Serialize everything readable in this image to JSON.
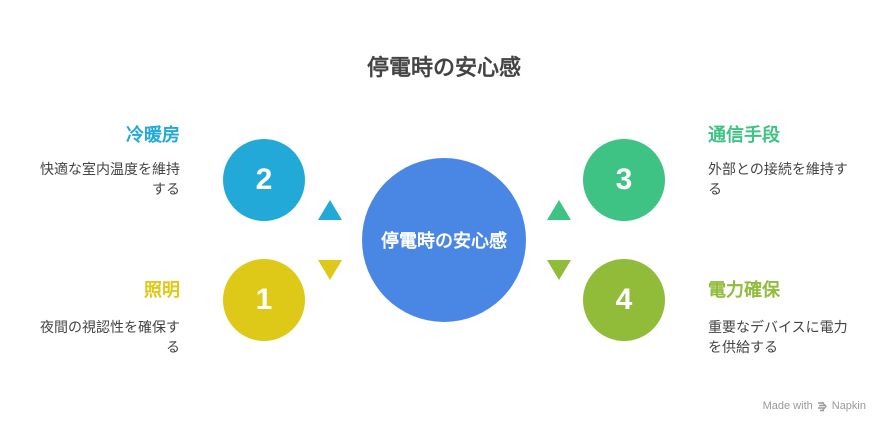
{
  "title": "停電時の安心感",
  "center": {
    "label": "停電時の安心感",
    "color": "#4A86E4"
  },
  "items": [
    {
      "number": "1",
      "heading": "照明",
      "description": "夜間の視認性を確保する",
      "color": "#DFC918"
    },
    {
      "number": "2",
      "heading": "冷暖房",
      "description": "快適な室内温度を維持する",
      "color": "#22A9D8"
    },
    {
      "number": "3",
      "heading": "通信手段",
      "description": "外部との接続を維持する",
      "color": "#3EC384"
    },
    {
      "number": "4",
      "heading": "電力確保",
      "description": "重要なデバイスに電力を供給する",
      "color": "#90BC3A"
    }
  ],
  "footer": {
    "made_with": "Made with",
    "brand": "Napkin",
    "icon": "napkin-logo-icon"
  }
}
